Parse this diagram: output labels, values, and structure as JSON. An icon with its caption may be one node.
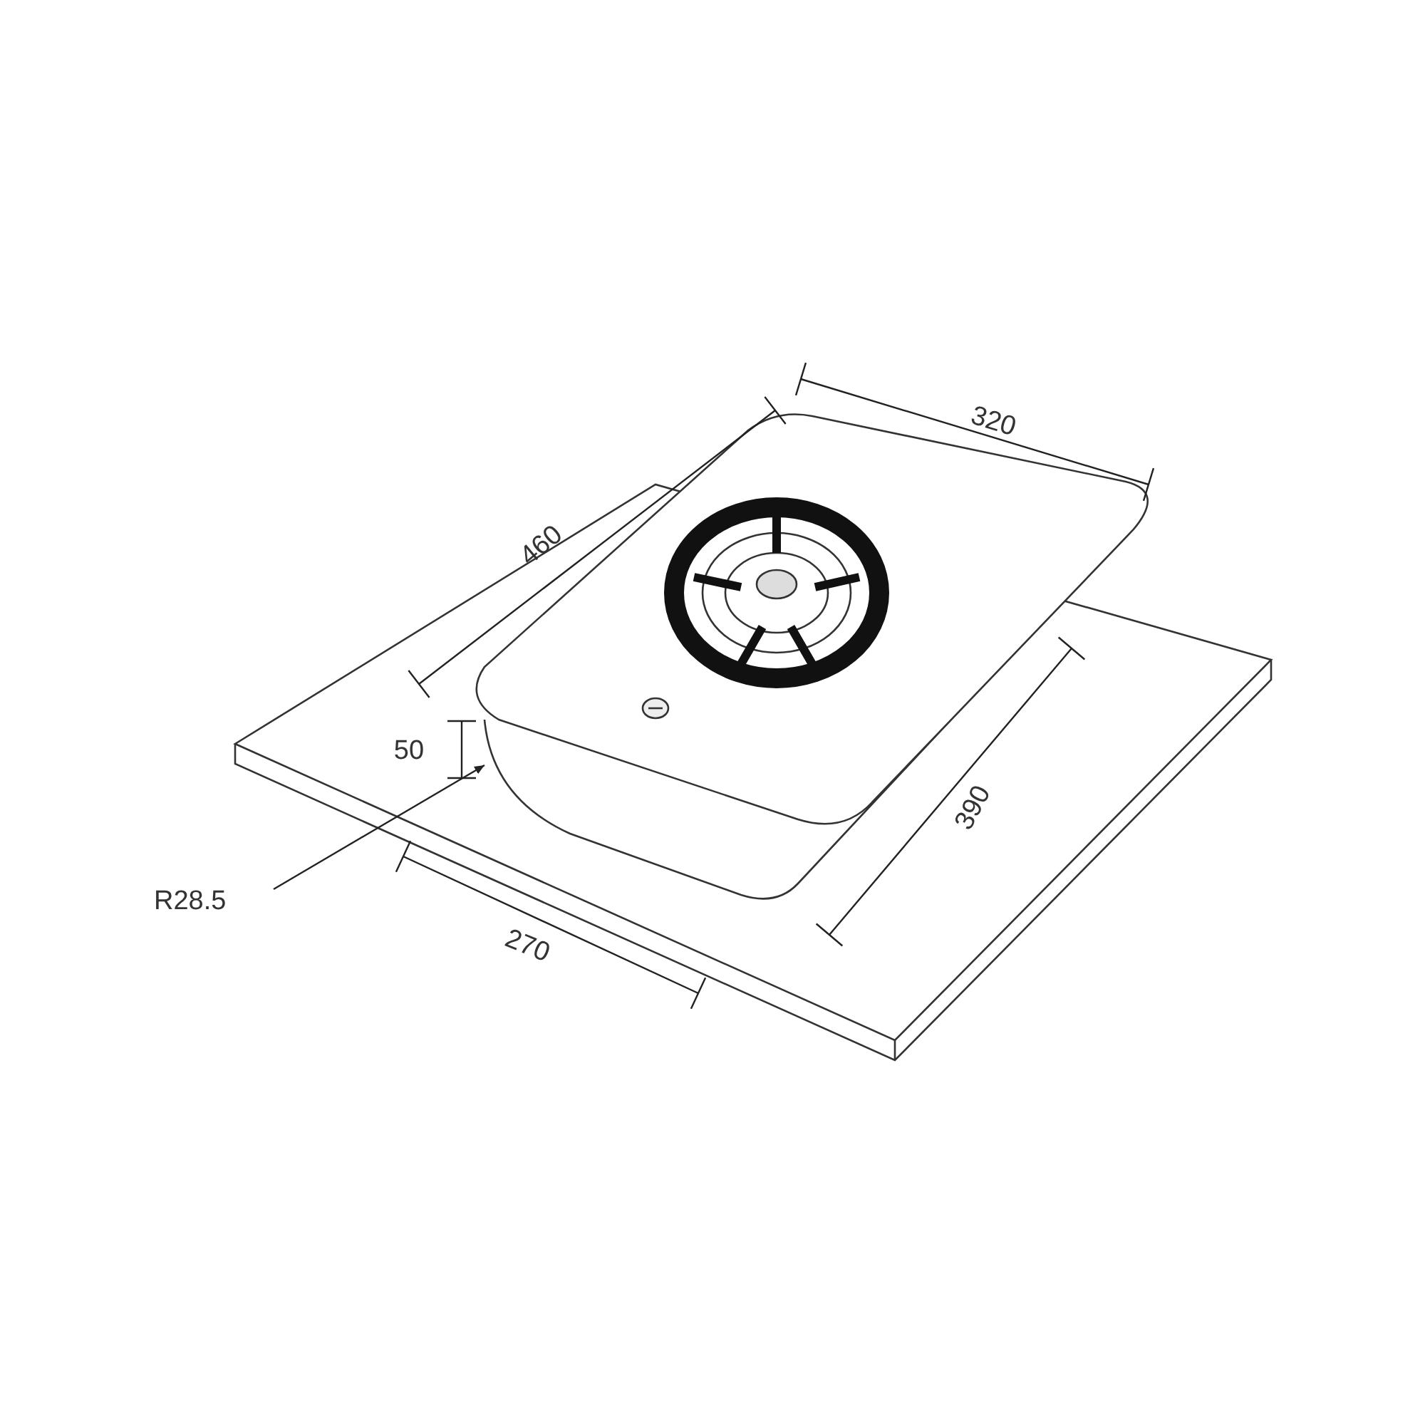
{
  "diagram": {
    "nodes": [
      {
        "text": [
          "R28.5"
        ]
      },
      {
        "text": [],
        "shape": "picture"
      }
    ],
    "edges": [
      {
        "from": 0,
        "to": 1,
        "arrow": "to"
      }
    ],
    "labels": [
      "320",
      "460",
      "50",
      "390",
      "270"
    ]
  }
}
